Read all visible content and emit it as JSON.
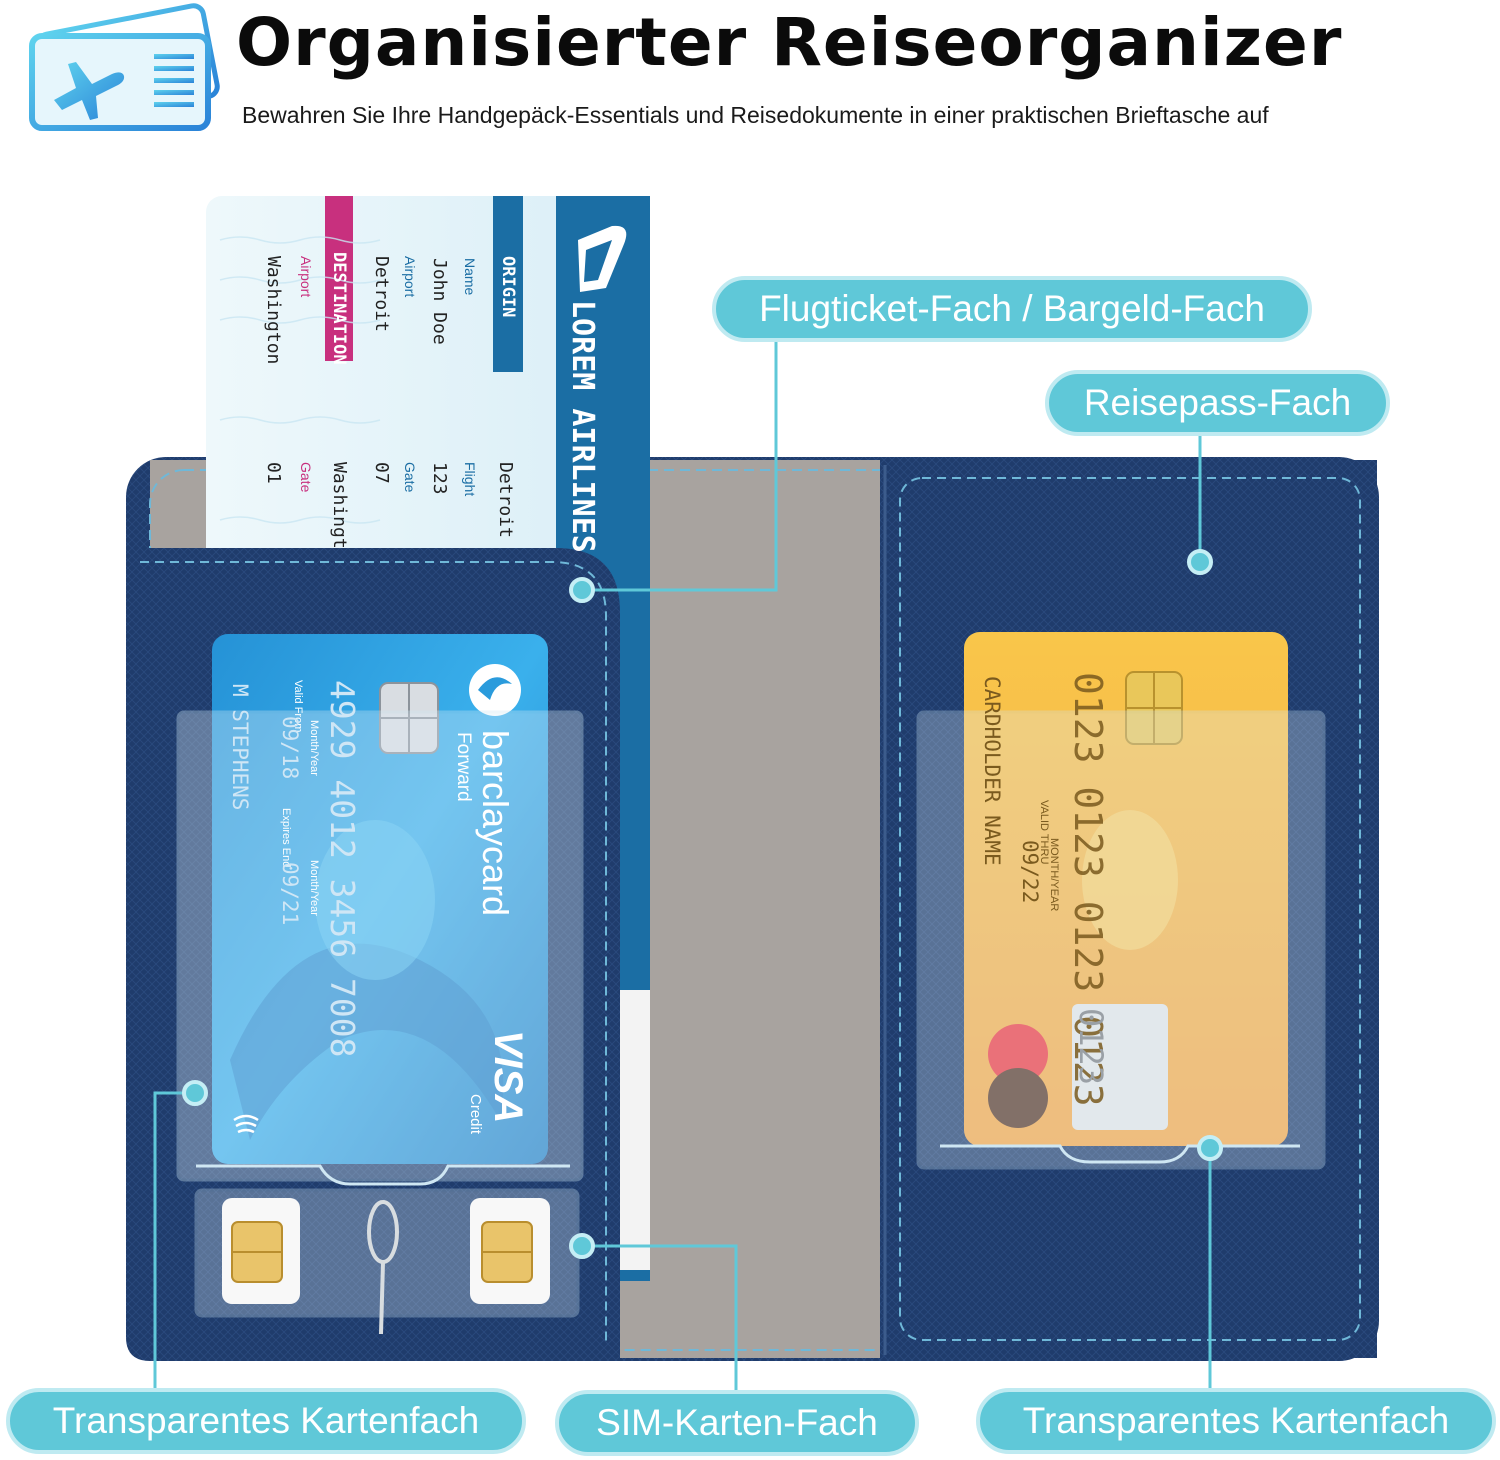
{
  "header": {
    "title": "Organisierter Reiseorganizer",
    "subtitle": "Bewahren Sie Ihre Handgepäck-Essentials und Reisedokumente in einer praktischen Brieftasche auf",
    "logo_icon": "ticket-airplane-icon"
  },
  "callouts": {
    "ticket_cash": "Flugticket-Fach / Bargeld-Fach",
    "passport": "Reisepass-Fach",
    "card_left": "Transparentes Kartenfach",
    "sim": "SIM-Karten-Fach",
    "card_right": "Transparentes Kartenfach"
  },
  "ticket": {
    "airline": "LOREM AIRLINES",
    "origin_label": "ORIGIN",
    "destination_label": "DESTINATION",
    "name_label": "Name",
    "name_value": "John Doe",
    "airport_label": "Airport",
    "origin_airport": "Detroit",
    "dest_airport": "Washington",
    "flight_label": "Flight",
    "flight_value": "123",
    "gate_label": "Gate",
    "origin_gate": "07",
    "dest_gate": "01",
    "col_detroit": "Detroit",
    "col_washington": "Washingt"
  },
  "blue_card": {
    "brand": "barclaycard",
    "tagline": "Forward",
    "number": "4929 4012 3456 7008",
    "valid_from_label": "Valid From",
    "month_year_1": "Month/Year",
    "from_date": "09/18",
    "expires_label": "Expires End",
    "month_year_2": "Month/Year",
    "expiry": "09/21",
    "holder": "M STEPHENS",
    "network": "VISA",
    "credit": "Credit"
  },
  "gold_card": {
    "number": "0123 0123 0123 0123",
    "valid_thru_label": "VALID THRU",
    "month_year": "MONTH/YEAR",
    "expiry": "09/22",
    "holder": "CARDHOLDER NAME",
    "strip_number": "0123"
  },
  "colors": {
    "accent": "#5fc8d8",
    "wallet_blue": "#1f3c6c",
    "interior_gray": "#a9a4a0",
    "ticket_blue": "#1b6ea4",
    "ticket_pink": "#c8307e",
    "card_blue": "#2a9bdc",
    "card_gold": "#f7c44e"
  }
}
